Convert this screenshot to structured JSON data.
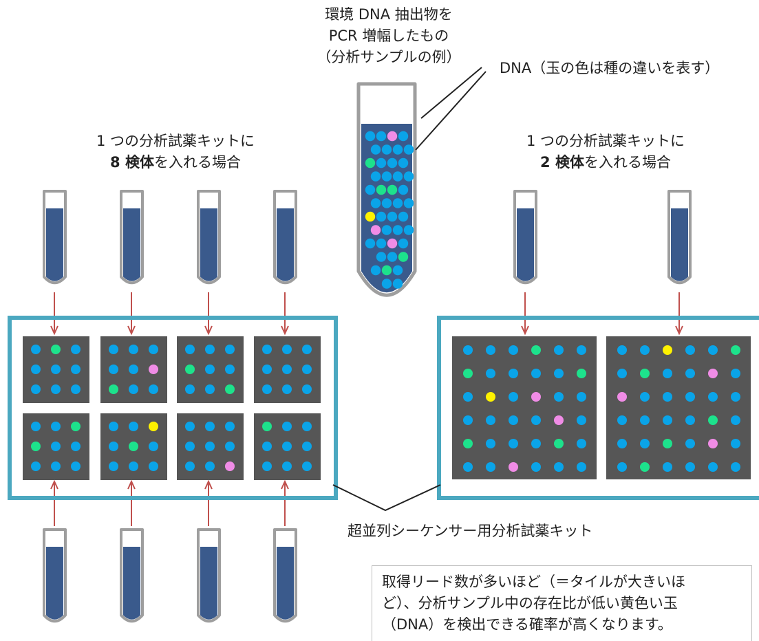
{
  "colors": {
    "tube_outline": "#9e9e9e",
    "liquid": "#3a5a8c",
    "tile": "#565656",
    "kit_border": "#4ba8c0",
    "arrow": "#c0504d",
    "dot_blue": "#0aa4e8",
    "dot_green": "#1de28c",
    "dot_pink": "#f08ce6",
    "dot_yellow": "#fff200"
  },
  "labels": {
    "sample_line1": "環境 DNA 抽出物を",
    "sample_line2": "PCR 増幅したもの",
    "sample_line3": "（分析サンプルの例）",
    "dna_label": "DNA（玉の色は種の違いを表す）",
    "left_line1": "1 つの分析試薬キットに",
    "left_bold": "8 検体",
    "left_rest": "を入れる場合",
    "right_line1": "1 つの分析試薬キットに",
    "right_bold": "2 検体",
    "right_rest": "を入れる場合",
    "kit_label": "超並列シーケンサー用分析試薬キット",
    "note_line1": "取得リード数が多いほど（＝タイルが大きいほ",
    "note_line2": "ど）、分析サンプル中の存在比が低い黄色い玉",
    "note_line3": "（DNA）を検出できる確率が高くなります。"
  },
  "sample_tube_dots": [
    "b",
    "b",
    "p",
    "b",
    "b",
    "b",
    "b",
    "b",
    "g",
    "b",
    "b",
    "b",
    "b",
    "b",
    "b",
    "b",
    "b",
    "g",
    "g",
    "b",
    "b",
    "b",
    "b",
    "b",
    "y",
    "b",
    "b",
    "b",
    "p",
    "b",
    "b",
    "b",
    "b",
    "b",
    "p",
    "b",
    "b",
    "b",
    "g",
    "b",
    "b",
    "g",
    "b",
    "b",
    "b",
    "b",
    "b",
    "b"
  ],
  "left_tiles": [
    [
      "b",
      "g",
      "b",
      "b",
      "b",
      "b",
      "b",
      "b",
      "b"
    ],
    [
      "b",
      "b",
      "b",
      "b",
      "b",
      "p",
      "g",
      "b",
      "b"
    ],
    [
      "b",
      "b",
      "b",
      "g",
      "b",
      "b",
      "b",
      "b",
      "g"
    ],
    [
      "b",
      "b",
      "b",
      "b",
      "b",
      "b",
      "b",
      "b",
      "b"
    ],
    [
      "b",
      "b",
      "g",
      "g",
      "b",
      "b",
      "b",
      "b",
      "b"
    ],
    [
      "b",
      "b",
      "y",
      "b",
      "g",
      "b",
      "b",
      "b",
      "b"
    ],
    [
      "b",
      "b",
      "b",
      "b",
      "b",
      "b",
      "b",
      "b",
      "p"
    ],
    [
      "g",
      "b",
      "b",
      "b",
      "b",
      "b",
      "b",
      "b",
      "b"
    ]
  ],
  "right_tiles": [
    [
      "b",
      "b",
      "b",
      "g",
      "b",
      "b",
      "g",
      "b",
      "b",
      "b",
      "b",
      "g",
      "b",
      "y",
      "b",
      "p",
      "b",
      "b",
      "b",
      "b",
      "b",
      "b",
      "p",
      "b",
      "g",
      "b",
      "b",
      "b",
      "g",
      "b",
      "b",
      "b",
      "p",
      "b",
      "b",
      "b"
    ],
    [
      "b",
      "b",
      "y",
      "b",
      "b",
      "g",
      "b",
      "g",
      "b",
      "b",
      "p",
      "b",
      "p",
      "b",
      "b",
      "b",
      "b",
      "b",
      "b",
      "b",
      "b",
      "b",
      "g",
      "b",
      "b",
      "b",
      "g",
      "b",
      "p",
      "b",
      "b",
      "g",
      "b",
      "b",
      "b",
      "b"
    ]
  ]
}
